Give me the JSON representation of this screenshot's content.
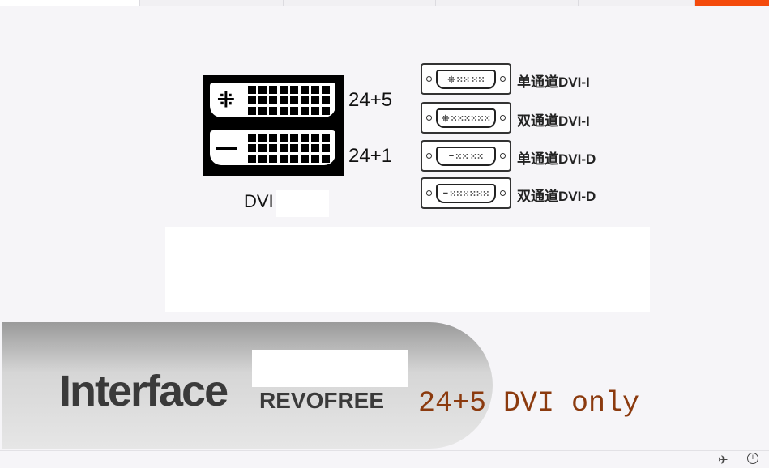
{
  "accent_color": "#f44a0c",
  "diagram": {
    "main_label": "DVI",
    "pin_labels": [
      "24+5",
      "24+1"
    ],
    "connectors": [
      {
        "label": "单通道DVI-I",
        "left_mark": "⁜",
        "pins": "⁙⁙ ⁙⁙"
      },
      {
        "label": "双通道DVI-I",
        "left_mark": "⁜",
        "pins": "⁙⁙⁙⁙⁙⁙"
      },
      {
        "label": "单通道DVI-D",
        "left_mark": "−",
        "pins": "⁙⁙ ⁙⁙"
      },
      {
        "label": "双通道DVI-D",
        "left_mark": "−",
        "pins": "⁙⁙⁙⁙⁙⁙"
      }
    ]
  },
  "banner": {
    "title": "Interface",
    "brand": "REVOFREE",
    "note": "24+5 DVI only"
  },
  "statusbar": {
    "icons": [
      "pin-icon",
      "zoom-in-icon"
    ]
  }
}
